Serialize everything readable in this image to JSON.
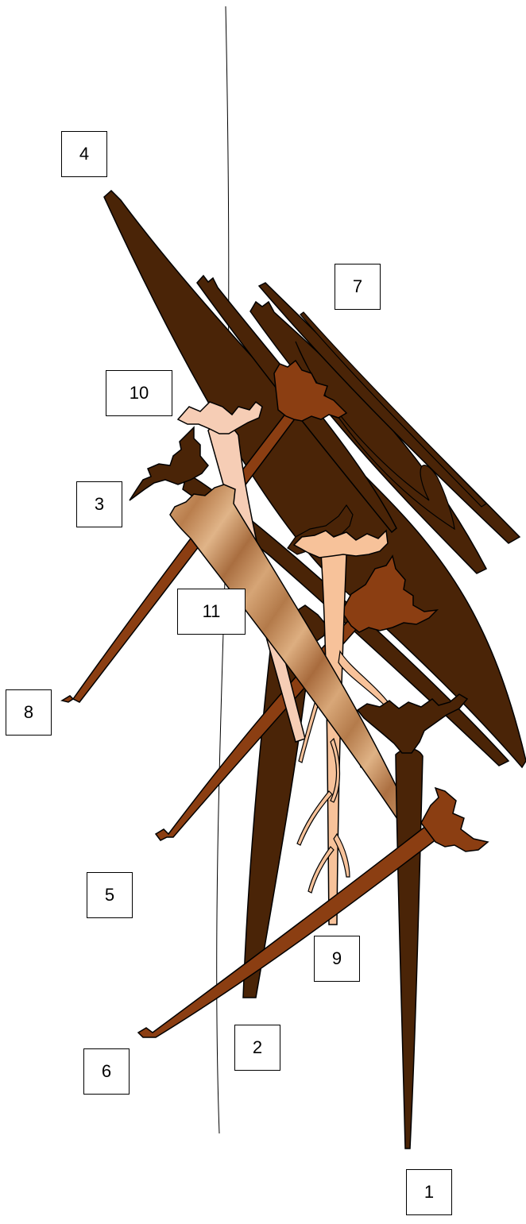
{
  "colors": {
    "dark_brown": "#4A2407",
    "medium_brown": "#8B3E12",
    "light_peach": "#F7C29A",
    "pale_pink": "#F6CDB5",
    "wood_tan": "#C28C5E",
    "outline": "#000000"
  },
  "labels": {
    "l1": "1",
    "l2": "2",
    "l3": "3",
    "l4": "4",
    "l5": "5",
    "l6": "6",
    "l7": "7",
    "l8": "8",
    "l9": "9",
    "l10": "10",
    "l11": "11"
  }
}
